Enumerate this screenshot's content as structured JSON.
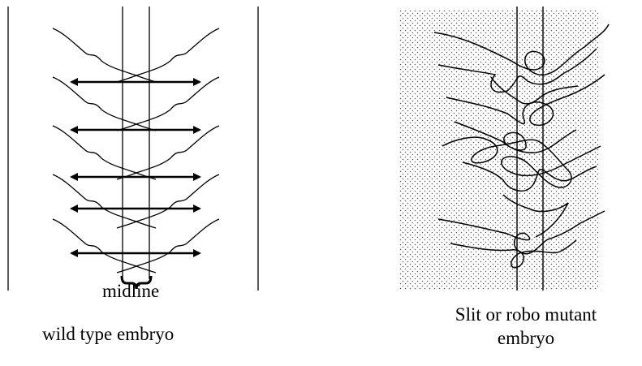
{
  "left_panel": {
    "midline_label": "midline",
    "caption": "wild type embryo",
    "axon_pairs": 5,
    "arrow_pairs": 5
  },
  "right_panel": {
    "caption": "Slit or robo mutant embryo",
    "background": "stippled"
  },
  "colors": {
    "line": "#000000",
    "stipple": "#555555",
    "background": "#ffffff"
  }
}
